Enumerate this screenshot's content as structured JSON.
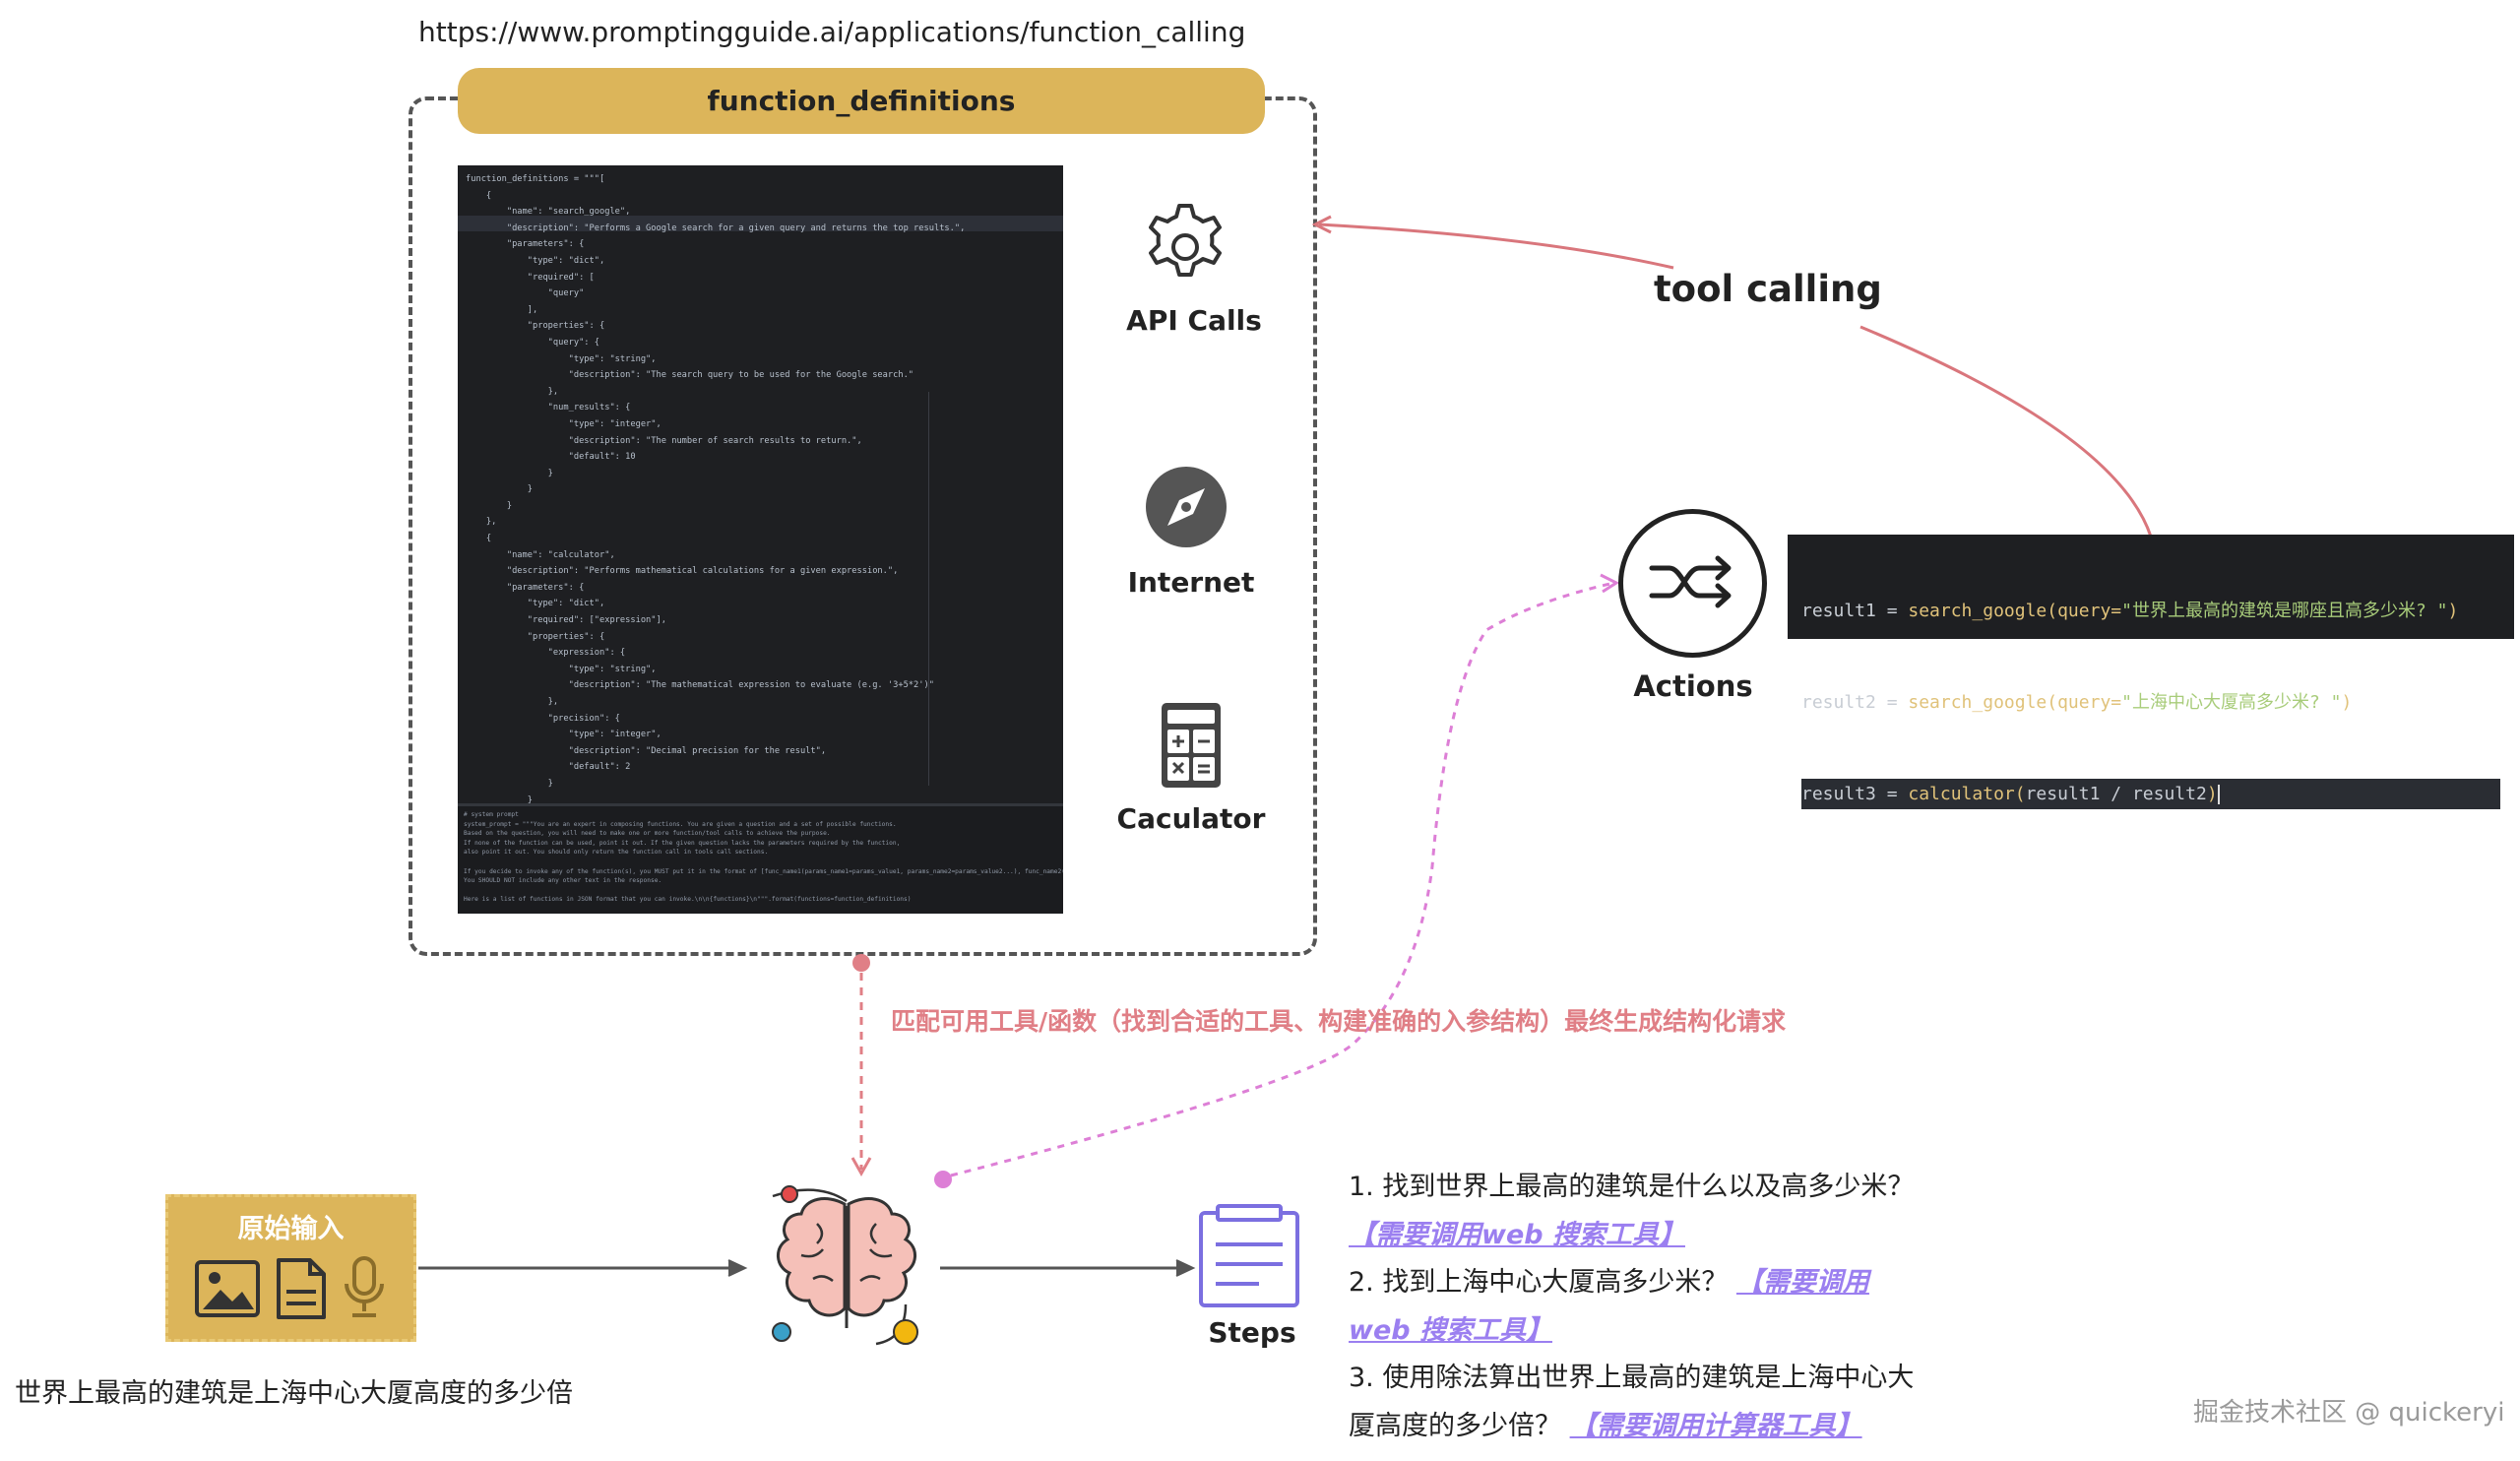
{
  "source_url": "https://www.promptingguide.ai/applications/function_calling",
  "banner": {
    "label": "function_definitions"
  },
  "code_editor": {
    "lines": [
      "function_definitions = \"\"\"[",
      "    {",
      "        \"name\": \"search_google\",",
      "        \"description\": \"Performs a Google search for a given query and returns the top results.\",",
      "        \"parameters\": {",
      "            \"type\": \"dict\",",
      "            \"required\": [",
      "                \"query\"",
      "            ],",
      "            \"properties\": {",
      "                \"query\": {",
      "                    \"type\": \"string\",",
      "                    \"description\": \"The search query to be used for the Google search.\"",
      "                },",
      "                \"num_results\": {",
      "                    \"type\": \"integer\",",
      "                    \"description\": \"The number of search results to return.\",",
      "                    \"default\": 10",
      "                }",
      "            }",
      "        }",
      "    },",
      "    {",
      "        \"name\": \"calculator\",",
      "        \"description\": \"Performs mathematical calculations for a given expression.\",",
      "        \"parameters\": {",
      "            \"type\": \"dict\",",
      "            \"required\": [\"expression\"],",
      "            \"properties\": {",
      "                \"expression\": {",
      "                    \"type\": \"string\",",
      "                    \"description\": \"The mathematical expression to evaluate (e.g. '3+5*2')\"",
      "                },",
      "                \"precision\": {",
      "                    \"type\": \"integer\",",
      "                    \"description\": \"Decimal precision for the result\",",
      "                    \"default\": 2",
      "                }",
      "            }"
    ],
    "prompt_lines": [
      "# system prompt",
      "system_prompt = \"\"\"You are an expert in composing functions. You are given a question and a set of possible functions.",
      "Based on the question, you will need to make one or more function/tool calls to achieve the purpose.",
      "If none of the function can be used, point it out. If the given question lacks the parameters required by the function,",
      "also point it out. You should only return the function call in tools call sections.",
      "",
      "If you decide to invoke any of the function(s), you MUST put it in the format of [func_name1(params_name1=params_value1, params_name2=params_value2...), func_name2(params)]",
      "You SHOULD NOT include any other text in the response.",
      "",
      "Here is a list of functions in JSON format that you can invoke.\\n\\n{functions}\\n\"\"\".format(functions=function_definitions)"
    ]
  },
  "tools": {
    "api_calls": "API Calls",
    "internet": "Internet",
    "calculator": "Caculator"
  },
  "tool_calling": "tool calling",
  "actions": {
    "label": "Actions",
    "code": [
      {
        "var": "result1 = ",
        "fn": "search_google(",
        "arg": "query=",
        "str": "\"世界上最高的建筑是哪座且高多少米? \"",
        "end": ")"
      },
      {
        "var": "result2 = ",
        "fn": "search_google(",
        "arg": "query=",
        "str": "\"上海中心大厦高多少米? \"",
        "end": ")"
      },
      {
        "var": "result3 = ",
        "fn": "calculator(",
        "arg": "result1 / result2",
        "str": "",
        "end": ")"
      }
    ]
  },
  "match_text": "匹配可用工具/函数（找到合适的工具、构建准确的入参结构）最终生成结构化请求",
  "raw_input": {
    "title": "原始输入",
    "caption": "世界上最高的建筑是上海中心大厦高度的多少倍"
  },
  "steps": {
    "label": "Steps",
    "items": [
      {
        "text": "1. 找到世界上最高的建筑是什么以及高多少米？",
        "tag": "【需要调用web 搜索工具】"
      },
      {
        "text": "2. 找到上海中心大厦高多少米？",
        "tag": "【需要调用web 搜索工具】"
      },
      {
        "text": "3. 使用除法算出世界上最高的建筑是上海中心大厦高度的多少倍？",
        "tag": "【需要调用计算器工具】"
      }
    ]
  },
  "watermark": "掘金技术社区 @ quickeryi",
  "colors": {
    "banner": "#dcb55a",
    "match_arrow": "#e07f86",
    "dotted_arrow": "#dd7fd6",
    "tool_calling_arrow": "#d9767c",
    "step_tag": "#9b7ff0",
    "steps_icon": "#7b6fe0"
  }
}
